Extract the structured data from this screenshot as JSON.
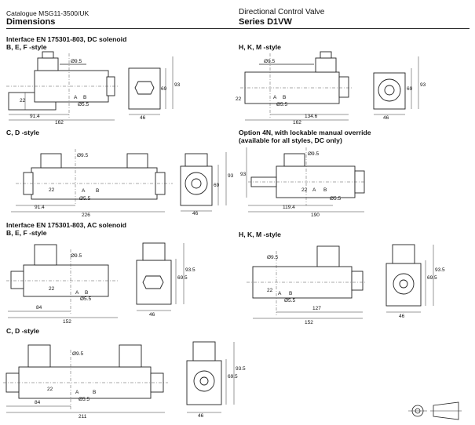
{
  "header": {
    "catalogue": "Catalogue MSG11-3500/UK",
    "left_title": "Dimensions",
    "subtitle": "Directional Control Valve",
    "right_title": "Series D1VW"
  },
  "sections": {
    "dc_heading": "Interface EN 175301-803, DC solenoid",
    "bef_dc": "B, E, F -style",
    "hkm_dc": "H, K, M -style",
    "cd_dc": "C, D -style",
    "opt4n_1": "Option 4N, with lockable manual override",
    "opt4n_2": "(available for all styles, DC only)",
    "ac_heading": "Interface EN 175301-803, AC solenoid",
    "bef_ac": "B, E, F -style",
    "hkm_ac": "H, K, M -style",
    "cd_ac": "C, D -style"
  },
  "dims": {
    "d95": "Ø9.5",
    "d55": "Ø5.5",
    "a": "A",
    "b": "B",
    "v22": "22",
    "v46": "46",
    "v69": "69",
    "v93": "93",
    "v695": "69.5",
    "v935": "93.5",
    "v914": "91.4",
    "v162": "162",
    "v1346": "134.6",
    "v226": "226",
    "v1194": "119.4",
    "v190": "190",
    "v84": "84",
    "v152": "152",
    "v127": "127",
    "v211": "211"
  }
}
